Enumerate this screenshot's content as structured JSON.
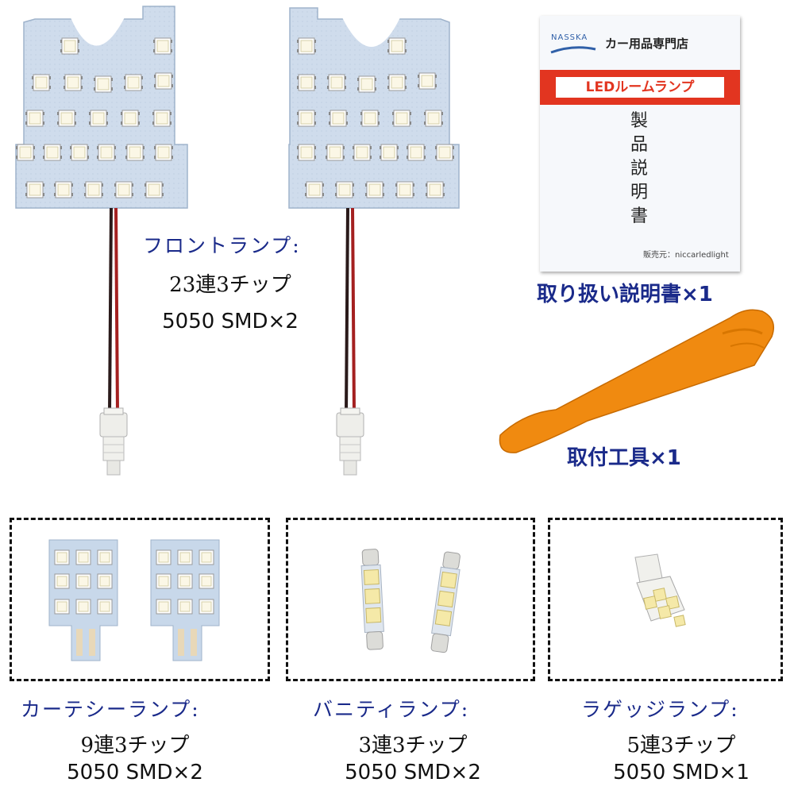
{
  "colors": {
    "title_blue": "#1a2a8a",
    "manual_red": "#e23520",
    "tool_orange": "#f08a10",
    "pcb_blue": "#c8d8ea"
  },
  "front": {
    "title": "フロントランプ:",
    "chips": "23連3チップ",
    "spec": "5050 SMD×2"
  },
  "manual": {
    "brand": "NASSKA",
    "shop": "カー用品専門店",
    "banner": "LEDルームランプ",
    "vertical_chars": [
      "製",
      "品",
      "説",
      "明",
      "書"
    ],
    "seller": "販売元：niccarledlight",
    "caption": "取り扱い説明書×1"
  },
  "tool": {
    "caption": "取付工具×1"
  },
  "courtesy": {
    "title": "カーテシーランプ:",
    "chips": "9連3チップ",
    "spec": "5050 SMD×2"
  },
  "vanity": {
    "title": "バニティランプ:",
    "chips": "3連3チップ",
    "spec": "5050 SMD×2"
  },
  "luggage": {
    "title": "ラゲッジランプ:",
    "chips": "5連3チップ",
    "spec": "5050 SMD×1"
  }
}
